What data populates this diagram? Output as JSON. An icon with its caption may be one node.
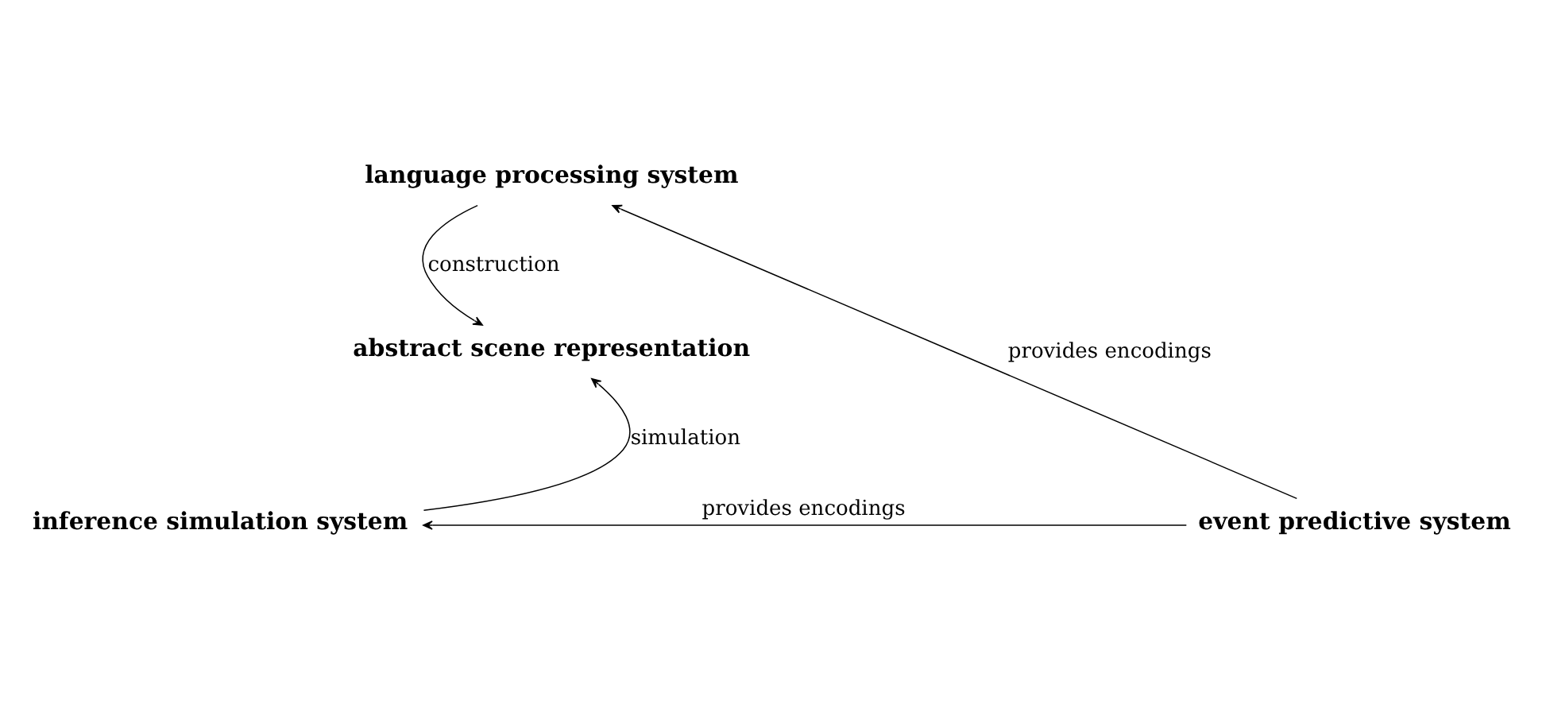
{
  "diagram": {
    "nodes": [
      {
        "text": [
          "language processing system"
        ]
      },
      {
        "text": [
          "abstract scene representation"
        ]
      },
      {
        "text": [
          "inference simulation system"
        ]
      },
      {
        "text": [
          "event predictive system"
        ]
      }
    ],
    "edges": [
      {
        "from": 0,
        "to": 1,
        "arrow": "to",
        "label": "construction"
      },
      {
        "from": 2,
        "to": 1,
        "arrow": "to",
        "label": "simulation"
      },
      {
        "from": 3,
        "to": 0,
        "arrow": "to",
        "label": "provides encodings"
      },
      {
        "from": 3,
        "to": 2,
        "arrow": "to",
        "label": "provides encodings"
      }
    ]
  }
}
